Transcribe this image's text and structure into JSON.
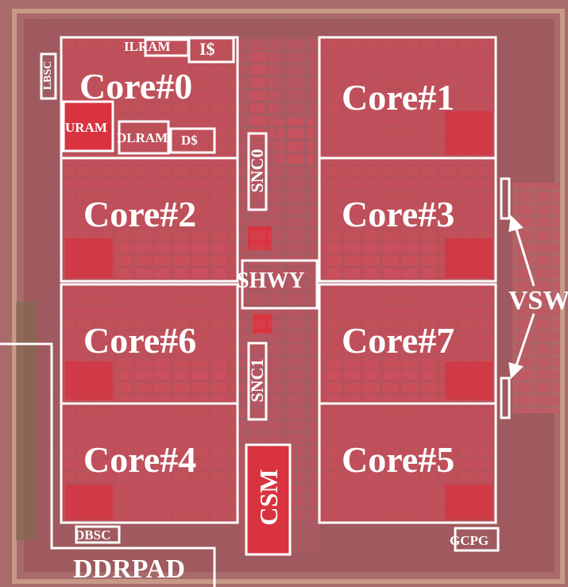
{
  "blocks": {
    "core0": "Core#0",
    "core1": "Core#1",
    "core2": "Core#2",
    "core3": "Core#3",
    "core4": "Core#4",
    "core5": "Core#5",
    "core6": "Core#6",
    "core7": "Core#7"
  },
  "sub_blocks": {
    "ilram": "ILRAM",
    "icache": "I$",
    "uram": "URAM",
    "dlram": "DLRAM",
    "dcache": "D$",
    "lbsc": "LBSC",
    "snc0": "SNC0",
    "snc1": "SNC1",
    "shwy": "SHWY",
    "csm": "CSM",
    "vsw": "VSW",
    "dbsc": "DBSC",
    "gcpg": "GCPG",
    "ddrpad": "DDRPAD"
  },
  "colors": {
    "die_background": "#a86a6a",
    "block_fill": "#c24a55",
    "outline": "#ffffff",
    "csm_fill": "#d8333f"
  }
}
